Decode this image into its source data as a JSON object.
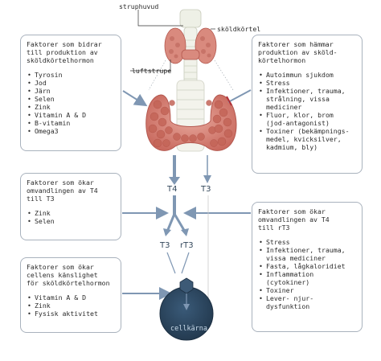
{
  "labels": {
    "struphuvud": "struphuvud",
    "skoldkortel": "sköldkörtel",
    "luftstrupe": "luftstrupe",
    "t4_center": "T4",
    "t3_right": "T3",
    "t3_bottom": "T3",
    "rt3_bottom": "rT3",
    "cellkarna": "cellkärna"
  },
  "boxes": {
    "production": {
      "title": "Faktorer som bidrar\ntill produktion av\nsköldkörtelhormon",
      "items": [
        "Tyrosin",
        "Jod",
        "Järn",
        "Selen",
        "Zink",
        "Vitamin A & D",
        "B-vitamin",
        "Omega3"
      ]
    },
    "inhibit": {
      "title": "Faktorer som hämmar\nproduktion av sköld-\nkörtelhormon",
      "items": [
        "Autoimmun sjukdom",
        "Stress",
        "Infektioner, trauma,\nstrålning, vissa\nmediciner",
        "Fluor, klor, brom\n(jod-antagonist)",
        "Toxiner (bekämpnings-\nmedel, kvicksilver,\nkadmium, bly)"
      ]
    },
    "t4_to_t3": {
      "title": "Faktorer som ökar\nomvandlingen av T4\ntill T3",
      "items": [
        "Zink",
        "Selen"
      ]
    },
    "t4_to_rt3": {
      "title": "Faktorer som ökar\nomvandlingen av T4\ntill rT3",
      "items": [
        "Stress",
        "Infektioner, trauma,\nvissa mediciner",
        "Fasta, lågkaloridiet",
        "Inflammation\n(cytokiner)",
        "Toxiner",
        "Lever- njur-\ndysfunktion"
      ]
    },
    "sensitivity": {
      "title": "Faktorer som ökar\ncellens känslighet\nför sköldkörtelhormon",
      "items": [
        "Vitamin A & D",
        "Zink",
        "Fysisk aktivitet"
      ]
    }
  },
  "colors": {
    "arrow": "#7f97b3",
    "thyroid": "#d98a7e",
    "thyroid_dark": "#b4584f",
    "cell": "#2f4a63",
    "inhibit_mark": "#b03038",
    "border": "#a9b2bd"
  }
}
